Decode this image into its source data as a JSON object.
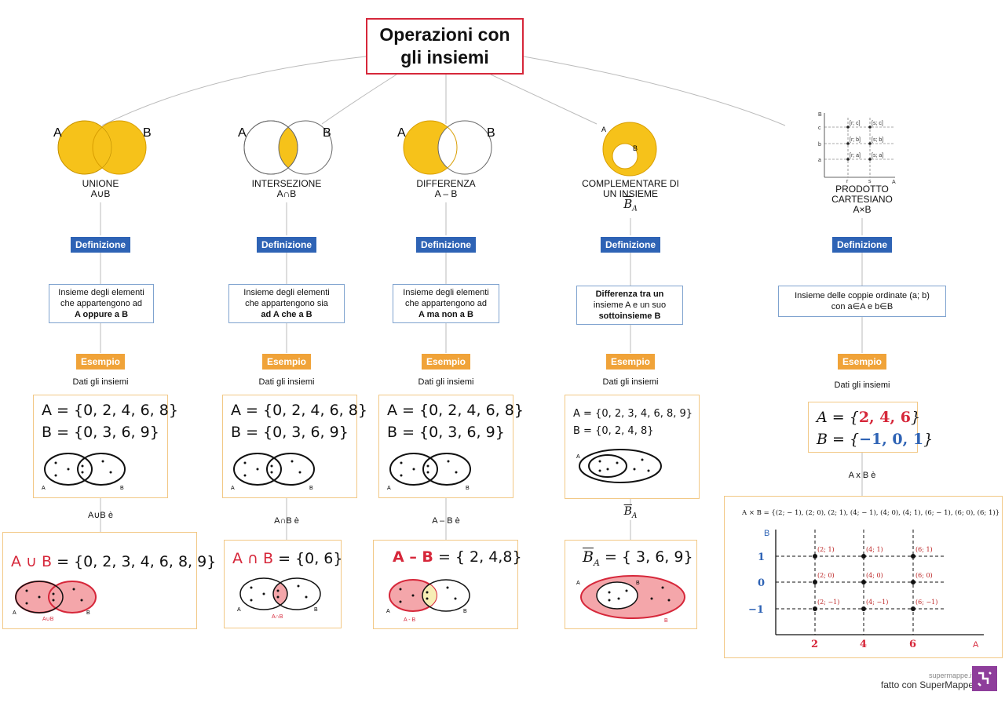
{
  "title": "Operazioni con gli insiemi",
  "labels": {
    "a": "A",
    "b": "B",
    "definizione": "Definizione",
    "esempio": "Esempio",
    "dati": "Dati gli insiemi"
  },
  "columns": [
    {
      "name": "UNIONE",
      "notation": "A∪B",
      "definition": [
        "Insieme degli elementi",
        "che appartengono ad",
        "A oppure a B"
      ],
      "set_a": "A = {0, 2, 4, 6, 8}",
      "set_b": "B = {0, 3, 6, 9}",
      "arrow_label": "A∪B è",
      "result": "= {0, 2, 3, 4, 6, 8, 9}",
      "result_prefix": "A ∪ B",
      "result_caption": "A∪B"
    },
    {
      "name": "INTERSEZIONE",
      "notation": "A∩B",
      "definition": [
        "Insieme degli elementi",
        "che appartengono sia",
        "ad A che a B"
      ],
      "set_a": "A = {0, 2, 4, 6, 8}",
      "set_b": "B = {0, 3, 6, 9}",
      "arrow_label": "A∩B è",
      "result": "= {0, 6}",
      "result_prefix": "A ∩ B",
      "result_caption": "A∩B"
    },
    {
      "name": "DIFFERENZA",
      "notation": "A – B",
      "definition": [
        "Insieme degli elementi",
        "che appartengono ad",
        "A ma non a B"
      ],
      "set_a": "A = {0, 2, 4, 6, 8}",
      "set_b": "B = {0, 3, 6, 9}",
      "arrow_label": "A – B è",
      "result": "= { 2, 4,8}",
      "result_prefix": "A – B",
      "result_caption": "A - B"
    },
    {
      "name": "COMPLEMENTARE DI UN INSIEME",
      "notation": "B",
      "notation_sub": "A",
      "definition": [
        "Differenza tra un",
        "insieme A e un suo",
        "sottoinsieme B"
      ],
      "set_a": "A = {0, 2, 3, 4, 6, 8, 9}",
      "set_b": "B = {0, 2, 4, 8}",
      "arrow_label": "B",
      "arrow_sub": "A",
      "result": "= { 3, 6, 9}",
      "result_prefix": "B",
      "result_sub": "A",
      "result_caption": "B"
    },
    {
      "name": "PRODOTTO CARTESIANO",
      "notation": "A×B",
      "definition": [
        "Insieme delle coppie ordinate (a; b)",
        "con a∈A e b∈B"
      ],
      "set_a_prefix": "A = {",
      "set_a_vals": "2, 4, 6",
      "set_b_prefix": "B = {",
      "set_b_vals": "−1, 0, 1",
      "arrow_label": "A x B è",
      "product": "A × B = {(2; − 1), (2; 0), (2; 1), (4; − 1), (4; 0), (4; 1), (6; − 1), (6; 0), (6; 1)}",
      "x_ticks": [
        "2",
        "4",
        "6"
      ],
      "y_ticks": [
        "1",
        "0",
        "−1"
      ],
      "pairs": [
        "(2; 1)",
        "(4; 1)",
        "(6; 1)",
        "(2; 0)",
        "(4; 0)",
        "(6; 0)",
        "(2; −1)",
        "(4; −1)",
        "(6; −1)"
      ]
    }
  ],
  "small_plot": {
    "rows": [
      "c",
      "b",
      "a"
    ],
    "cols": [
      "r",
      "s"
    ],
    "pairs": [
      "[r; c]",
      "[s; c]",
      "[r; b]",
      "[s; b]",
      "[r; a]",
      "[s; a]"
    ]
  },
  "footer": {
    "site": "supermappe.it",
    "made_with": "fatto con SuperMappe"
  },
  "colors": {
    "yellow": "#f6c21a",
    "pink": "#f4a6aa",
    "red": "#d6273a",
    "blue": "#2e63b5"
  }
}
